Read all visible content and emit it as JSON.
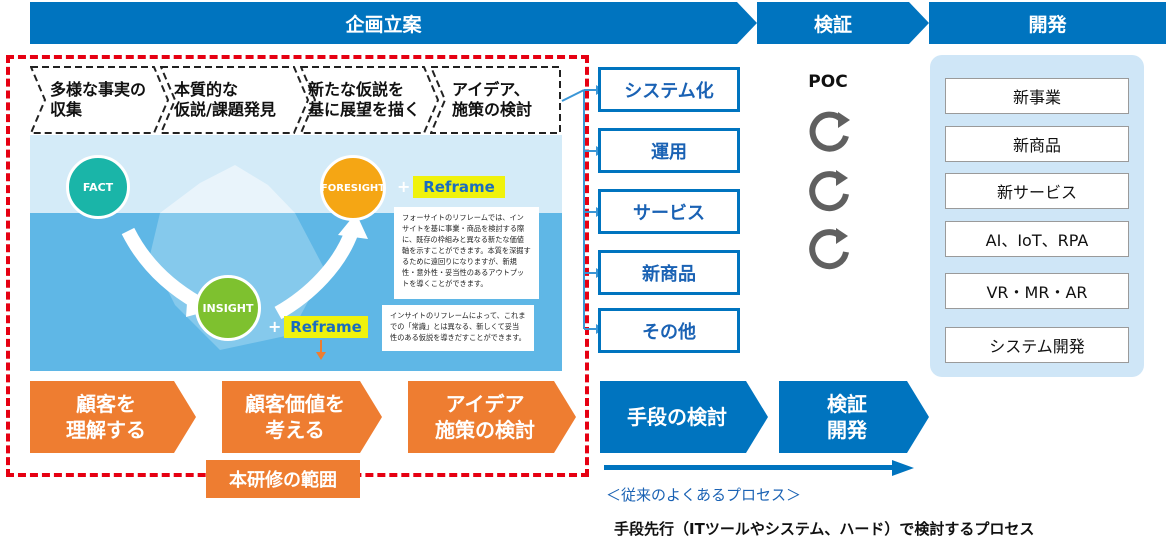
{
  "phases": {
    "planning": "企画立案",
    "verification": "検証",
    "development": "開発"
  },
  "steps": [
    "多様な事実の\n収集",
    "本質的な\n仮説/課題発見",
    "新たな仮説を\n基に展望を描く",
    "アイデア、\n施策の検討"
  ],
  "diagram": {
    "fact": "FACT",
    "insight": "INSIGHT",
    "foresight": "FORESIGHT",
    "reframe": "Reframe",
    "foresight_note": "フォーサイトのリフレームでは、インサイトを基に事業・商品を検討する際に、既存の枠組みと異なる新たな価値軸を示すことができます。本質を深掘するために遠回りになりますが、新規性・意外性・妥当性のあるアウトプットを導くことができます。",
    "insight_note": "インサイトのリフレームによって、これまでの「常識」とは異なる、新しくて妥当性のある仮説を導きだすことができます。"
  },
  "middle_items": [
    "システム化",
    "運用",
    "サービス",
    "新商品",
    "その他"
  ],
  "poc": "POC",
  "development_items": [
    "新事業",
    "新商品",
    "新サービス",
    "AI、IoT、RPA",
    "VR・MR・AR",
    "システム開発"
  ],
  "orange_steps": [
    "顧客を\n理解する",
    "顧客価値を\n考える",
    "アイデア\n施策の検討"
  ],
  "scope_label": "本研修の範囲",
  "blue_steps": [
    "手段の検討",
    "検証\n開発"
  ],
  "conventional_label": "＜従来のよくあるプロセス＞",
  "conventional_desc": "手段先行（ITツールやシステム、ハード）で検討するプロセス",
  "colors": {
    "blue": "#0074bf",
    "orange": "#ee7d31",
    "red": "#e60012",
    "teal": "#1ab5a8",
    "green": "#7ec12f",
    "gold": "#f5a614",
    "light_blue": "#cfe6f7"
  }
}
